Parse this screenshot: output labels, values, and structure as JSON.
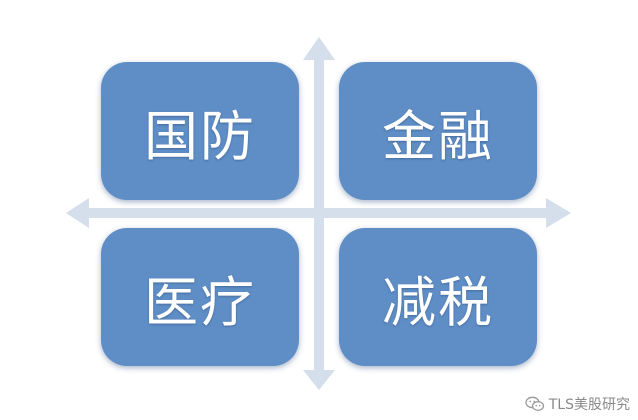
{
  "quadrants": {
    "top_left": "国防",
    "top_right": "金融",
    "bottom_left": "医疗",
    "bottom_right": "减税"
  },
  "watermark": {
    "text": "TLS美股研究",
    "icon": "wechat-icon"
  },
  "colors": {
    "box": "#5f8ec6",
    "axis": "#d5deeb",
    "text": "#ffffff",
    "watermark": "#8a8a8a"
  }
}
